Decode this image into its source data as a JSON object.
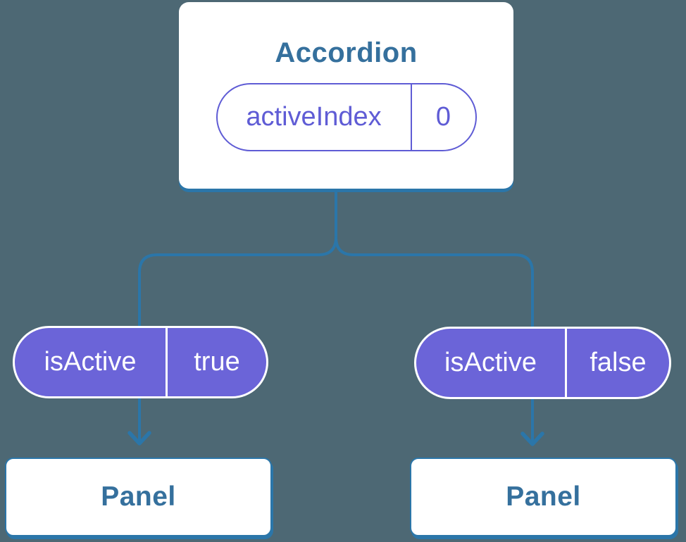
{
  "diagram": {
    "root": {
      "title": "Accordion",
      "prop_name": "activeIndex",
      "prop_value": "0"
    },
    "children": [
      {
        "prop_name": "isActive",
        "prop_value": "true",
        "child_title": "Panel"
      },
      {
        "prop_name": "isActive",
        "prop_value": "false",
        "child_title": "Panel"
      }
    ]
  },
  "colors": {
    "background": "#4d6874",
    "card_background": "#ffffff",
    "connector_blue": "#2b76a9",
    "card_title_blue": "#35709d",
    "pill_purple": "#6b64d8",
    "pill_outline_purple": "#5f5cd5",
    "pill_text_on_purple": "#ffffff"
  }
}
